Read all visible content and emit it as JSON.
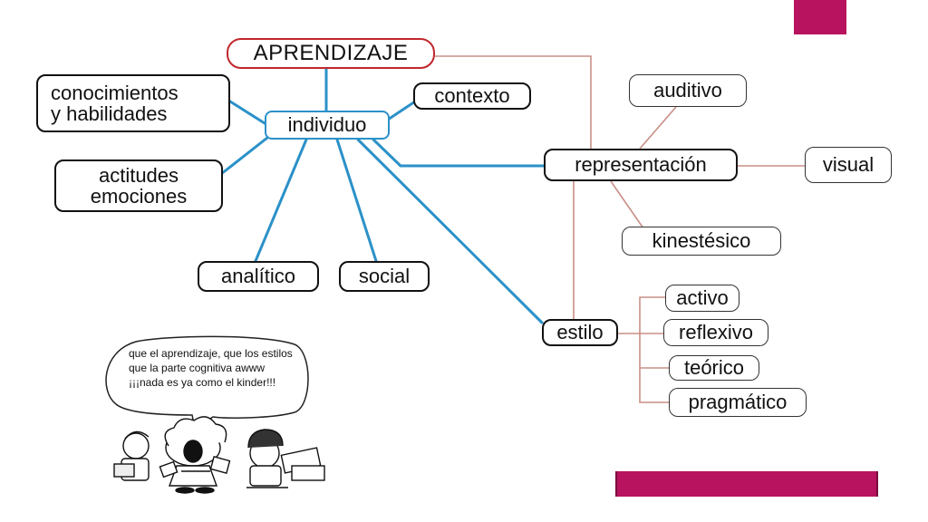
{
  "nodes": {
    "aprendizaje": "APRENDIZAJE",
    "individuo": "individuo",
    "conocimientos_line1": "conocimientos",
    "conocimientos_line2": "y habilidades",
    "contexto": "contexto",
    "actitudes_line1": "actitudes",
    "actitudes_line2": "emociones",
    "analitico": "analítico",
    "social": "social",
    "representacion": "representación",
    "auditivo": "auditivo",
    "visual": "visual",
    "kinestesico": "kinestésico",
    "estilo": "estilo",
    "activo": "activo",
    "reflexivo": "reflexivo",
    "teorico": "teórico",
    "pragmatico": "pragmático"
  },
  "speech_bubble": {
    "line1": "que el aprendizaje, que los estilos",
    "line2": "que la parte cognitiva awww",
    "line3": "¡¡¡nada es ya como el kinder!!!"
  },
  "colors": {
    "accent": "#b8135f",
    "red_border": "#c0272d",
    "blue_line": "#2b91c8",
    "brown_line": "#c98f86"
  },
  "cartoon": "mafalda-characters-illustration"
}
